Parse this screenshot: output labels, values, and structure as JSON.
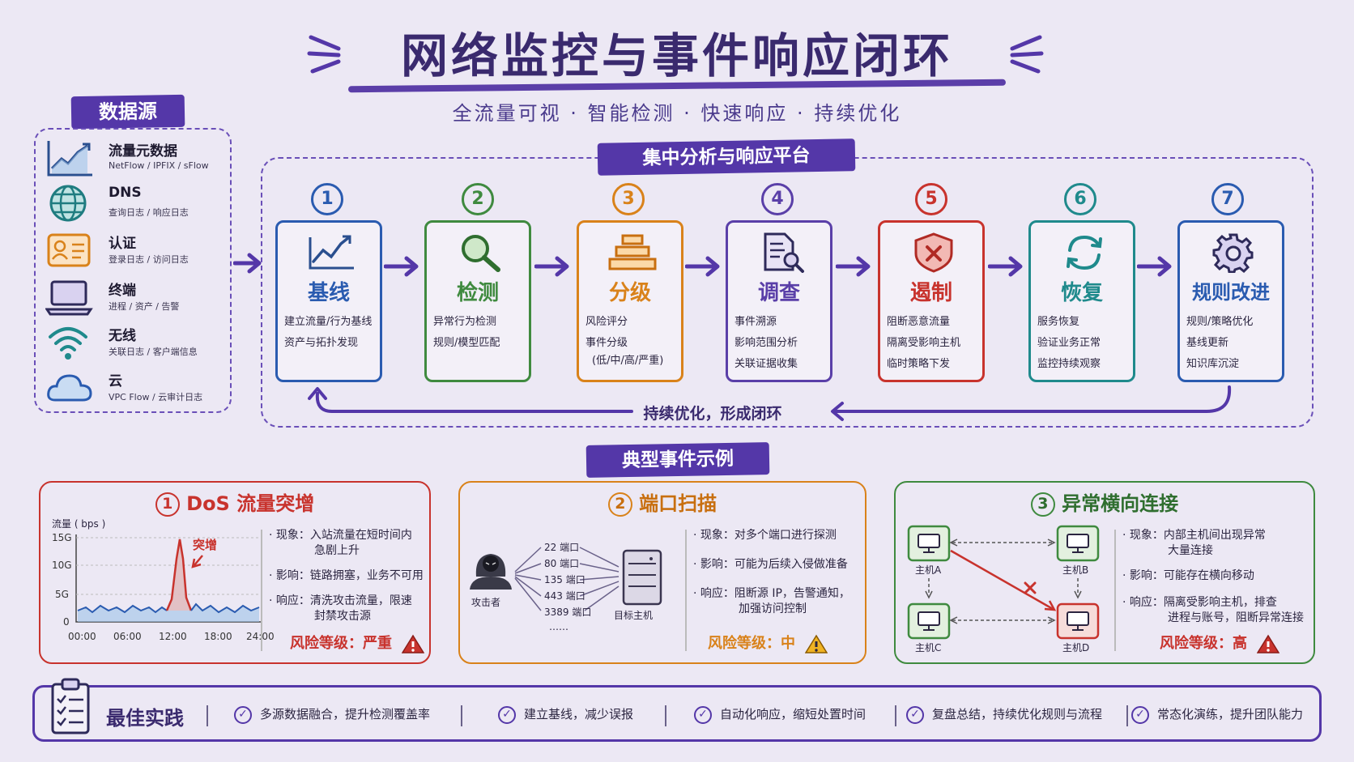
{
  "title": "网络监控与事件响应闭环",
  "subtitle": "全流量可视 · 智能检测 · 快速响应 · 持续优化",
  "sources": {
    "heading": "数据源",
    "items": [
      {
        "name": "流量元数据",
        "desc": "NetFlow / IPFIX / sFlow",
        "icon": "traffic-chart-icon"
      },
      {
        "name": "DNS",
        "desc": "查询日志 / 响应日志",
        "icon": "globe-icon"
      },
      {
        "name": "认证",
        "desc": "登录日志 / 访问日志",
        "icon": "id-card-icon"
      },
      {
        "name": "终端",
        "desc": "进程 / 资产 / 告警",
        "icon": "laptop-icon"
      },
      {
        "name": "无线",
        "desc": "关联日志 / 客户端信息",
        "icon": "wifi-icon"
      },
      {
        "name": "云",
        "desc": "VPC Flow / 云审计日志",
        "icon": "cloud-icon"
      }
    ]
  },
  "platform": {
    "heading": "集中分析与响应平台",
    "loop_label": "持续优化，形成闭环",
    "steps": [
      {
        "num": "1",
        "title": "基线",
        "color": "#2a5bb0",
        "items": [
          "建立流量/行为基线",
          "资产与拓扑发现"
        ]
      },
      {
        "num": "2",
        "title": "检测",
        "color": "#3f8a3f",
        "items": [
          "异常行为检测",
          "规则/模型匹配"
        ]
      },
      {
        "num": "3",
        "title": "分级",
        "color": "#d9821a",
        "items": [
          "风险评分",
          "事件分级",
          "(低/中/高/严重)"
        ]
      },
      {
        "num": "4",
        "title": "调查",
        "color": "#5a3fa8",
        "items": [
          "事件溯源",
          "影响范围分析",
          "关联证据收集"
        ]
      },
      {
        "num": "5",
        "title": "遏制",
        "color": "#c8332d",
        "items": [
          "阻断恶意流量",
          "隔离受影响主机",
          "临时策略下发"
        ]
      },
      {
        "num": "6",
        "title": "恢复",
        "color": "#1f8a8c",
        "items": [
          "服务恢复",
          "验证业务正常",
          "监控持续观察"
        ]
      },
      {
        "num": "7",
        "title": "规则改进",
        "color": "#2a5bb0",
        "items": [
          "规则/策略优化",
          "基线更新",
          "知识库沉淀"
        ]
      }
    ]
  },
  "examples": {
    "heading": "典型事件示例",
    "dos": {
      "num": "1",
      "title": "DoS 流量突增",
      "ylabel": "流量 ( bps )",
      "spike_label": "突增",
      "y_ticks": [
        "15G",
        "10G",
        "5G",
        "0"
      ],
      "x_ticks": [
        "00:00",
        "06:00",
        "12:00",
        "18:00",
        "24:00"
      ],
      "bullets": [
        {
          "label": "· 现象：",
          "text": "入站流量在短时间内",
          "text2": "急剧上升"
        },
        {
          "label": "· 影响：",
          "text": "链路拥塞，业务不可用",
          "text2": ""
        },
        {
          "label": "· 响应：",
          "text": "清洗攻击流量，限速",
          "text2": "封禁攻击源"
        }
      ],
      "risk": "风险等级：严重",
      "color": "#c8332d"
    },
    "scan": {
      "num": "2",
      "title": "端口扫描",
      "attacker": "攻击者",
      "target": "目标主机",
      "ports": [
        "22 端口",
        "80 端口",
        "135 端口",
        "443 端口",
        "3389 端口",
        "……"
      ],
      "bullets": [
        {
          "label": "· 现象：",
          "text": "对多个端口进行探测",
          "text2": ""
        },
        {
          "label": "· 影响：",
          "text": "可能为后续入侵做准备",
          "text2": ""
        },
        {
          "label": "· 响应：",
          "text": "阻断源 IP，告警通知，",
          "text2": "加强访问控制"
        }
      ],
      "risk": "风险等级：中",
      "color": "#d9821a"
    },
    "lateral": {
      "num": "3",
      "title": "异常横向连接",
      "hosts": [
        "主机A",
        "主机B",
        "主机C",
        "主机D"
      ],
      "bullets": [
        {
          "label": "· 现象：",
          "text": "内部主机间出现异常",
          "text2": "大量连接"
        },
        {
          "label": "· 影响：",
          "text": "可能存在横向移动",
          "text2": ""
        },
        {
          "label": "· 响应：",
          "text": "隔离受影响主机，排查",
          "text2": "进程与账号，阻断异常连接"
        }
      ],
      "risk": "风险等级：高",
      "color": "#3f8a3f"
    }
  },
  "best_practice": {
    "title": "最佳实践",
    "items": [
      "多源数据融合，提升检测覆盖率",
      "建立基线，减少误报",
      "自动化响应，缩短处置时间",
      "复盘总结，持续优化规则与流程",
      "常态化演练，提升团队能力"
    ]
  }
}
